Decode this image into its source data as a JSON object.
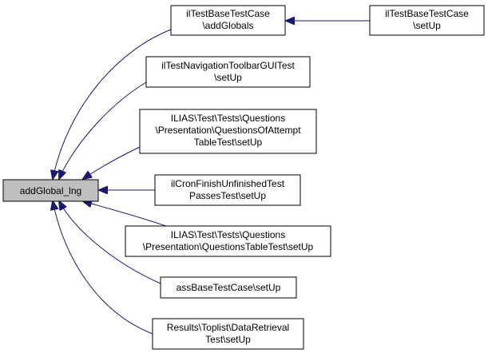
{
  "graph": {
    "colors": {
      "edge": "#191970",
      "node_border": "#000000",
      "node_fill": "#ffffff",
      "root_fill": "#bfbfbf",
      "text": "#000000"
    },
    "root": {
      "id": "root",
      "lines": [
        "addGlobal_lng"
      ]
    },
    "nodes": [
      {
        "id": "n1",
        "lines": [
          "ilTestBaseTestCase",
          "\\addGlobals"
        ]
      },
      {
        "id": "n2",
        "lines": [
          "ilTestBaseTestCase",
          "\\setUp"
        ]
      },
      {
        "id": "n3",
        "lines": [
          "ilTestNavigationToolbarGUITest",
          "\\setUp"
        ]
      },
      {
        "id": "n4",
        "lines": [
          "ILIAS\\Test\\Tests\\Questions",
          "\\Presentation\\QuestionsOfAttempt",
          "TableTest\\setUp"
        ]
      },
      {
        "id": "n5",
        "lines": [
          "ilCronFinishUnfinishedTest",
          "PassesTest\\setUp"
        ]
      },
      {
        "id": "n6",
        "lines": [
          "ILIAS\\Test\\Tests\\Questions",
          "\\Presentation\\QuestionsTableTest\\setUp"
        ]
      },
      {
        "id": "n7",
        "lines": [
          "assBaseTestCase\\setUp"
        ]
      },
      {
        "id": "n8",
        "lines": [
          "Results\\Toplist\\DataRetrieval",
          "Test\\setUp"
        ]
      }
    ],
    "edges": [
      {
        "from": "n1",
        "to": "root"
      },
      {
        "from": "n2",
        "to": "n1"
      },
      {
        "from": "n3",
        "to": "root"
      },
      {
        "from": "n4",
        "to": "root"
      },
      {
        "from": "n5",
        "to": "root"
      },
      {
        "from": "n6",
        "to": "root"
      },
      {
        "from": "n7",
        "to": "root"
      },
      {
        "from": "n8",
        "to": "root"
      }
    ]
  }
}
